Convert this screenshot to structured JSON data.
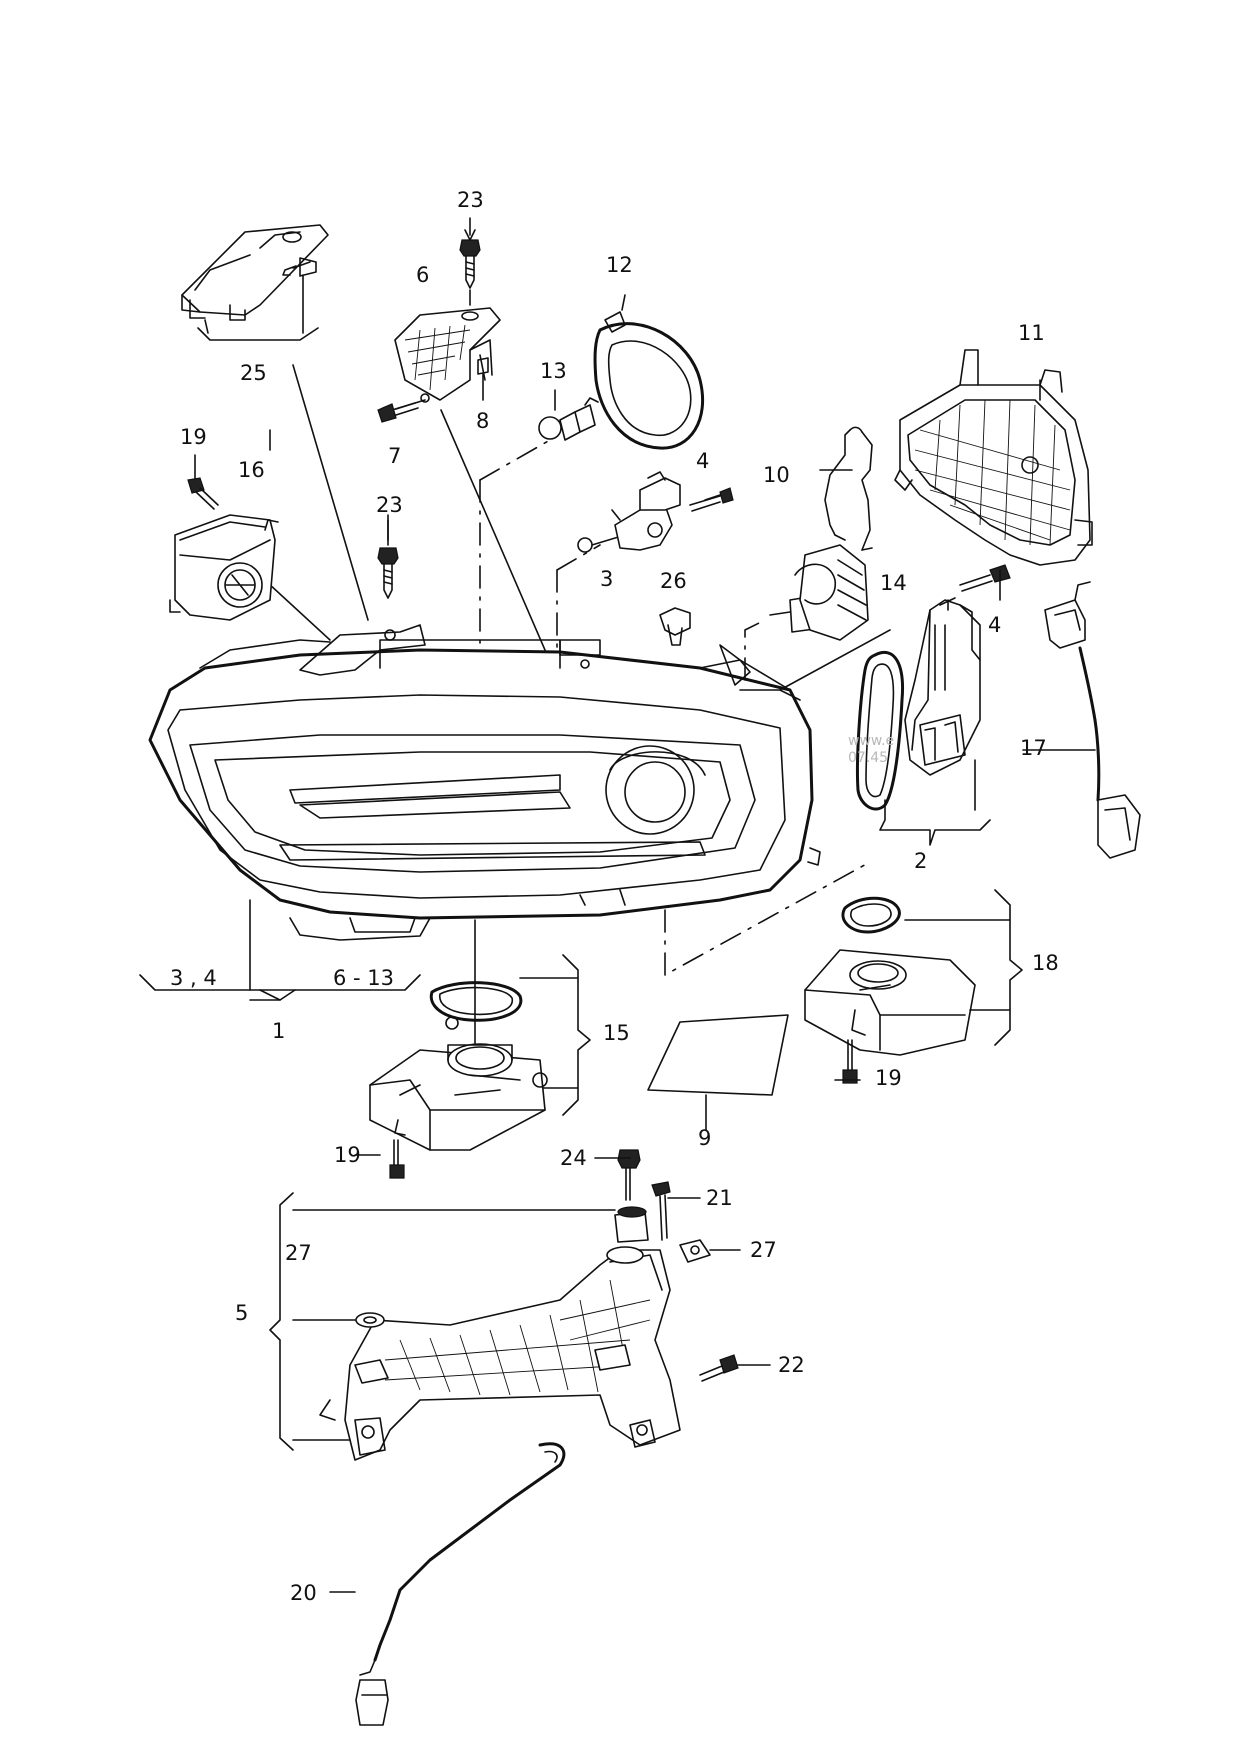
{
  "callouts": {
    "c1": "1",
    "c2": "2",
    "c3": "3",
    "c3_4": "3 , 4",
    "c4a": "4",
    "c4b": "4",
    "c5": "5",
    "c6": "6",
    "c6_13": "6 - 13",
    "c7": "7",
    "c8": "8",
    "c9": "9",
    "c10": "10",
    "c11": "11",
    "c12": "12",
    "c13": "13",
    "c14": "14",
    "c15": "15",
    "c16": "16",
    "c17": "17",
    "c18": "18",
    "c19a": "19",
    "c19b": "19",
    "c19c": "19",
    "c20": "20",
    "c21": "21",
    "c22": "22",
    "c23a": "23",
    "c23b": "23",
    "c24": "24",
    "c25": "25",
    "c26": "26",
    "c27a": "27",
    "c27b": "27"
  }
}
